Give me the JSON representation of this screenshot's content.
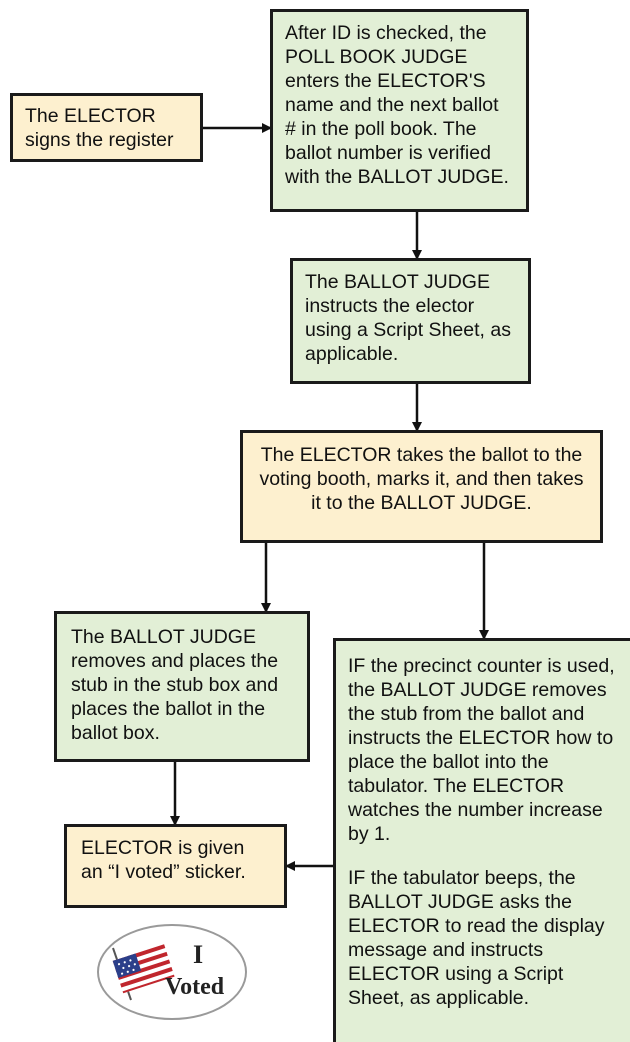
{
  "boxes": {
    "signs_register": "The ELECTOR signs the register",
    "poll_book_judge": "After ID is checked, the POLL BOOK JUDGE enters the ELECTOR'S name and the next ballot # in the poll book. The ballot number is verified with the BALLOT JUDGE.",
    "ballot_judge_instructs": "The BALLOT JUDGE instructs the elector using a Script Sheet, as applicable.",
    "elector_takes_ballot": "The ELECTOR takes the ballot to the voting booth, marks it, and then takes it to the BALLOT JUDGE.",
    "ballot_judge_removes_stub": "The BALLOT JUDGE removes and places the stub in the stub box and places the ballot in the ballot box.",
    "precinct_counter_p1": "IF the precinct counter is used, the BALLOT JUDGE removes the stub from the ballot and instructs the ELECTOR how to place the ballot into the tabulator. The ELECTOR watches the number increase by 1.",
    "precinct_counter_p2": "IF the tabulator beeps, the BALLOT JUDGE asks the ELECTOR to read the display message and instructs ELECTOR using a Script Sheet, as applicable.",
    "sticker_given": "ELECTOR is given an “I voted” sticker."
  },
  "sticker": {
    "line1": "I",
    "line2": "Voted"
  },
  "colors": {
    "green_box": "#e2efd6",
    "tan_box": "#fdf0cf",
    "border": "#1a1a1a"
  }
}
